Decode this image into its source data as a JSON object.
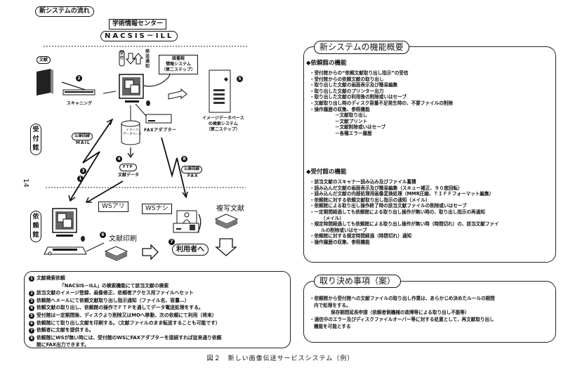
{
  "diagram": {
    "title": "新システムの流れ",
    "center": "学術情報センター",
    "nacsis": "NACSIS－ILL",
    "document_tag": "文献",
    "receive": "受付",
    "notify": "発送通知",
    "library_system": [
      "図書館",
      "情報システム",
      "（第二ステップ）"
    ],
    "scanning": "スキャニング",
    "image_db_search": [
      "イメージデータベース",
      "の検索システム",
      "（第二ステップ）"
    ],
    "image_db": [
      "イメージ",
      "データベース"
    ],
    "fax_adapter": "FAXアダプター",
    "receiving_library": "受付館",
    "public_line": "公衆回線",
    "mail": "MAIL",
    "fax": "FAX",
    "ftp": "FTP",
    "doc_data": "文献データ",
    "page_number": "14",
    "ws_yes": "WSアリ",
    "ws_no": "WSナシ",
    "requesting_library": "依頼館",
    "copy_doc": "複写文献",
    "doc_print": "文献印刷",
    "to_user": "利用者へ",
    "markers": {
      "n1": "1",
      "n2": "2",
      "n3": "3",
      "n4": "4",
      "n5": "5",
      "n6": "6",
      "n7": "7",
      "n8": "8"
    }
  },
  "legend": [
    {
      "num": "1",
      "text": "文献検索依頼"
    },
    {
      "num": "",
      "text": "「NACSIS－ILL」の検索機能にて該当文献の検索"
    },
    {
      "num": "2",
      "text": "該当文献のイメージ登録、画像修正、依頼者アクセス用ファイルへセット"
    },
    {
      "num": "3",
      "text": "依頼館へメールにて依頼文献取り出し指示通知（ファイル名、容量…）"
    },
    {
      "num": "4",
      "text": "依頼文献の取り出し、依頼館の操作でＦＴＰを通してデータ電送処理をする。"
    },
    {
      "num": "5",
      "text": "受付館は一定期間後、ディスクより削除又はMOへ移動、次の依頼にて利用（将来）"
    },
    {
      "num": "6",
      "text": "依頼館にて取り出し文献を印刷する。（文献ファイルのまま転送することも可能です）"
    },
    {
      "num": "7",
      "text": "依頼者に文献を提供する。"
    },
    {
      "num": "8",
      "text": "依頼館にWSが無い時には、受付館のWSにFAXアダプターを接続すれば従来通り依頼"
    },
    {
      "num": "",
      "text": "館にFAX出力できます。"
    }
  ],
  "overview": {
    "title": "新システムの機能概要",
    "requesting": {
      "heading": "◆依頼館の機能",
      "items": [
        "・受付館からの“依頼文献取り出し指示”の受信",
        "・受付館からの依頼文献の取り出し",
        "・取り出した文献の画面表示及び簡易編集",
        "・取り出した文献のプリンター出力",
        "・取り出した文献の利用後の削除或いはセーブ",
        "・文献取り出し時のディスク容量不足発生時の、不要ファイルの削除",
        "・操作履歴の収集、参照機能"
      ],
      "subitems": [
        "－文献取り出し",
        "－文献プリント",
        "－文献削除或いはセーブ",
        "－各種エラー履歴"
      ]
    },
    "receiving": {
      "heading": "◆受付館の機能",
      "items": [
        "・該当文献のスキャナー読み込み及びファイル蓄積",
        "・読み込んだ文献の画面表示及び簡易編集（スキュー補正、９０度回転）",
        "・読み込んだ文献の内部処理用画像変換処理（MMR圧縮、ＴＩＦＦフォーマット編集）",
        "・依頼館に対する依頼文献取り出し指示の通知（メイル）",
        "・依頼館による取り出し操作終了時の該当文献ファイルの削除或いはセーブ",
        "・一定期間経過しても依頼館による取り出し操作が無い時の、取り出し指示の再通知",
        "（メイル）",
        "・規定時間経過しても依頼館による取り出し操作が無い時（時間切れ）の、該当文献ファイ",
        "ルの削除或いはセーブ",
        "・依頼館に対する規定時間経過（時間切れ）通知",
        "・操作履歴の収集、参照機能"
      ]
    }
  },
  "agreements": {
    "title": "取り決め事項（案）",
    "lines": [
      "・依頼館から受付館への文献ファイルの取り出し作業は、あらかじめ決めたルールの期間",
      "内で処理をする。",
      "保存期間延長申請（依頼者側機械の故障等による取り出し不能等）",
      "・通信中のエラー及びディスクファイルオーバー等に対する処置として、再文献取り出し",
      "機能を可能とする"
    ]
  },
  "caption": "図２　新しい画像伝送サービスシステム（例）"
}
